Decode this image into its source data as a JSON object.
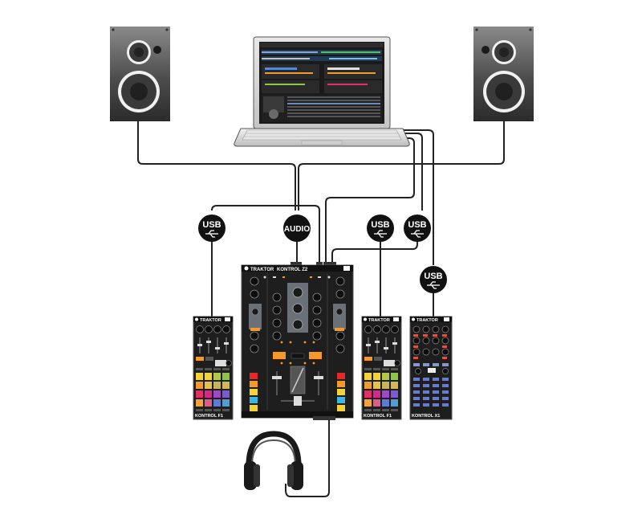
{
  "badges": {
    "usb": "USB",
    "audio": "AUDIO"
  },
  "brand": "TRAKTOR",
  "devices": {
    "mixer_name": "KONTROL Z2",
    "left_controller": "KONTROL F1",
    "right_controller": "KONTROL F1",
    "x1_controller": "KONTROL X1"
  },
  "colors": {
    "cable": "#222222",
    "badge": "#111111",
    "device_body": "#1e1e1e",
    "speaker_body": "#4a4a4a",
    "accent_orange": "#f29a2e",
    "pad_colors": [
      "#f4d23a",
      "#f4d23a",
      "#b0c94a",
      "#8fc34a",
      "#f29a2e",
      "#e8c14a",
      "#c9b25a",
      "#d6b64e",
      "#e0306a",
      "#d12a8a",
      "#9a4bc2",
      "#7a5bd0",
      "#f4a23a",
      "#e05a8a",
      "#5a7bd6",
      "#4aa0d6"
    ],
    "mixer_strip": [
      "#e02a2a",
      "#f29a2e",
      "#f4d23a",
      "#3ab6e0",
      "#f4d23a"
    ]
  }
}
